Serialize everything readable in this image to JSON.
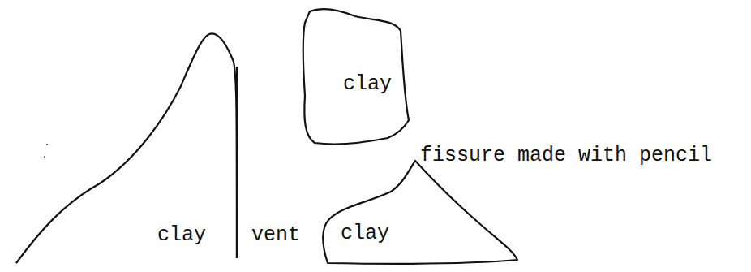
{
  "diagram": {
    "nodes": [
      {
        "text": [
          "clay"
        ]
      },
      {
        "text": [
          "clay"
        ]
      },
      {
        "text": [
          "clay"
        ]
      }
    ],
    "labels": [
      "vent",
      "fissure made with pencil"
    ]
  }
}
